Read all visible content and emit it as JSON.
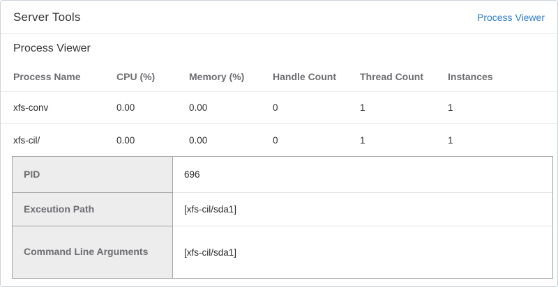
{
  "page": {
    "title": "Server Tools",
    "header_link_label": "Process Viewer",
    "section_title": "Process Viewer"
  },
  "process_table": {
    "columns": [
      "Process Name",
      "CPU (%)",
      "Memory (%)",
      "Handle Count",
      "Thread Count",
      "Instances"
    ],
    "rows": [
      {
        "name": "xfs-conv",
        "cpu": "0.00",
        "memory": "0.00",
        "handle_count": "0",
        "thread_count": "1",
        "instances": "1"
      },
      {
        "name": "xfs-cil/",
        "cpu": "0.00",
        "memory": "0.00",
        "handle_count": "0",
        "thread_count": "1",
        "instances": "1"
      }
    ]
  },
  "details": {
    "rows": [
      {
        "label": "PID",
        "value": "696"
      },
      {
        "label": "Exceution Path",
        "value": "[xfs-cil/sda1]"
      },
      {
        "label": "Command Line Arguments",
        "value": "[xfs-cil/sda1]"
      }
    ]
  },
  "colors": {
    "link": "#2d7cd1",
    "heading_text": "#333333",
    "muted_text": "#6d6d72",
    "body_text": "#2b2b2b",
    "panel_border": "#a3a3a3",
    "label_cell_bg": "#ededed",
    "row_separator": "#ececec",
    "page_border": "#ccd4da"
  }
}
